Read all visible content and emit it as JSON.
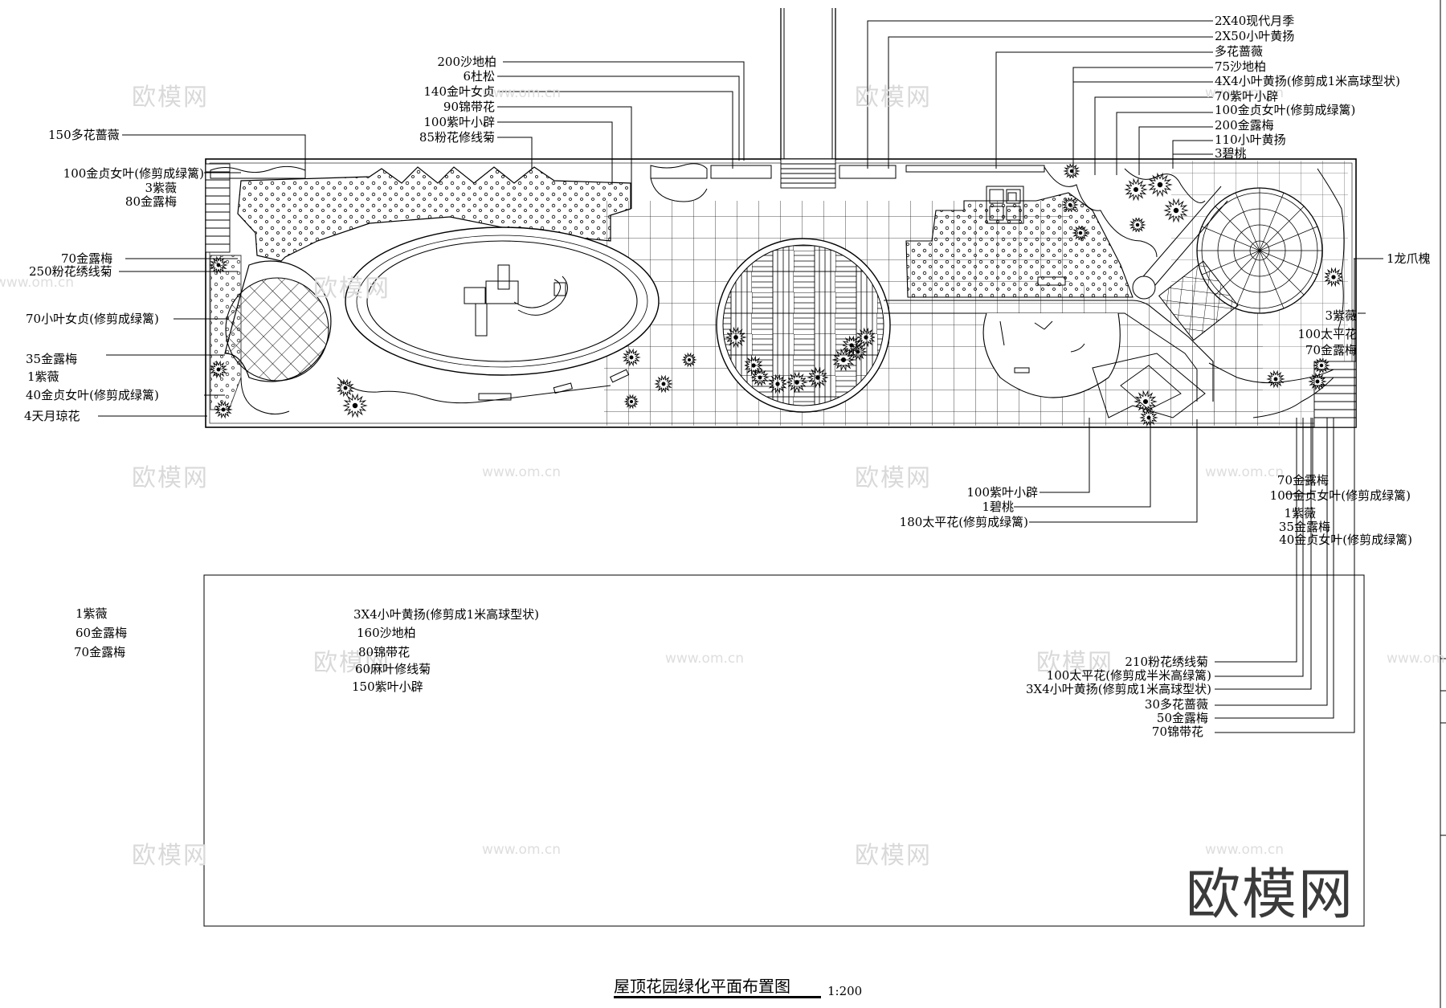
{
  "drawing": {
    "title": "屋顶花园绿化平面布置图",
    "scale": "1:200",
    "brand": "欧模网",
    "watermark": {
      "brand": "欧模网",
      "url": "www.om.cn"
    }
  },
  "labels": {
    "top_center": [
      "200沙地柏",
      "6杜松",
      "140金叶女贞",
      "90锦带花",
      "100紫叶小辟",
      "85粉花修线菊"
    ],
    "top_right": [
      "2X40现代月季",
      "2X50小叶黄扬",
      "多花蔷薇",
      "75沙地柏",
      "4X4小叶黄扬(修剪成1米高球型状)",
      "70紫叶小辟",
      "100金贞女叶(修剪成绿篱)",
      "200金露梅",
      "110小叶黄扬",
      "3碧桃"
    ],
    "left": [
      "150多花蔷薇",
      "100金贞女叶(修剪成绿篱)",
      "3紫薇",
      "80金露梅",
      "70金露梅",
      "250粉花绣线菊",
      "70小叶女贞(修剪成绿篱)",
      "35金露梅",
      "1紫薇",
      "40金贞女叶(修剪成绿篱)",
      "4天月琼花"
    ],
    "right": [
      "1龙爪槐",
      "3紫薇",
      "100太平花",
      "70金露梅"
    ],
    "bottom_center": [
      "100紫叶小辟",
      "1碧桃",
      "180太平花(修剪成绿篱)"
    ],
    "bottom_right": [
      "70金露梅",
      "100金贞女叶(修剪成绿篱)",
      "1紫薇",
      "35金露梅",
      "40金贞女叶(修剪成绿篱)"
    ],
    "box_left": [
      "1紫薇",
      "60金露梅",
      "70金露梅"
    ],
    "box_center": [
      "3X4小叶黄扬(修剪成1米高球型状)",
      "160沙地柏",
      "80锦带花",
      "60麻叶修线菊",
      "150紫叶小辟"
    ],
    "box_right": [
      "210粉花绣线菊",
      "100太平花(修剪成半米高绿篱)",
      "3X4小叶黄扬(修剪成1米高球型状)",
      "30多花蔷薇",
      "50金露梅",
      "70锦带花"
    ]
  }
}
